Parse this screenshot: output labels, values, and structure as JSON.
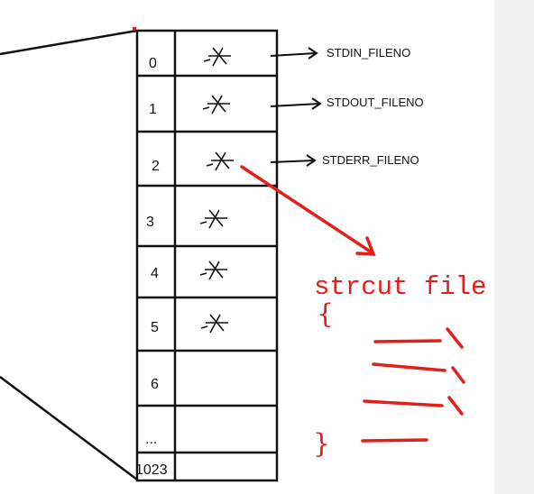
{
  "fd_table": {
    "indices": [
      "0",
      "1",
      "2",
      "3",
      "4",
      "5",
      "6",
      "...",
      "1023"
    ]
  },
  "std_streams": [
    {
      "fd": "0",
      "label": "STDIN_FILENO"
    },
    {
      "fd": "1",
      "label": "STDOUT_FILENO"
    },
    {
      "fd": "2",
      "label": "STDERR_FILENO"
    }
  ],
  "annotation": {
    "struct_title": "strcut file",
    "open_brace": "{",
    "close_brace": "}"
  },
  "colors": {
    "ink": "#111111",
    "annotation_red": "#e0201b"
  }
}
